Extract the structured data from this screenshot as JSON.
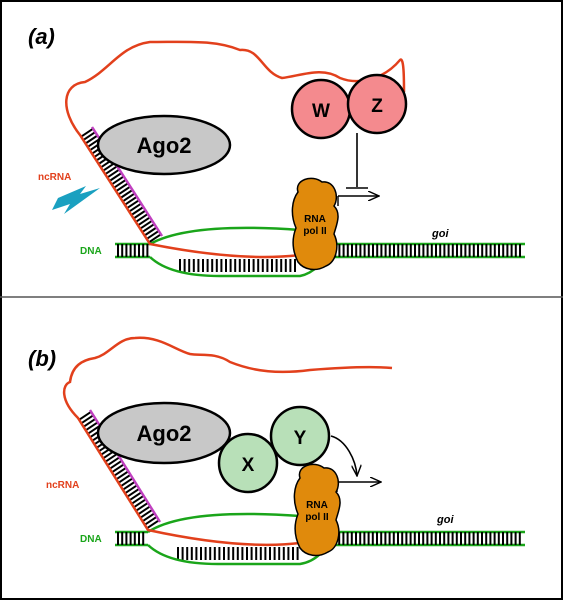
{
  "colors": {
    "rna": "#e2401c",
    "dna": "#1aa51a",
    "guide_strand": "#c040c0",
    "ago2_fill": "#c8c8c8",
    "wz_fill": "#f48a8e",
    "xy_fill": "#b8e0b8",
    "pol_fill": "#e08a0c",
    "lightning": "#1aa0c0"
  },
  "panel_a": {
    "label": "(a)",
    "ago2": "Ago2",
    "protein_w": "W",
    "protein_z": "Z",
    "pol_line1": "RNA",
    "pol_line2": "pol II",
    "gene": "goi",
    "dna_label": "DNA",
    "ncrna_label": "ncRNA",
    "effect": "repression"
  },
  "panel_b": {
    "label": "(b)",
    "ago2": "Ago2",
    "protein_x": "X",
    "protein_y": "Y",
    "pol_line1": "RNA",
    "pol_line2": "pol II",
    "gene": "goi",
    "dna_label": "DNA",
    "ncrna_label": "ncRNA",
    "effect": "activation"
  }
}
